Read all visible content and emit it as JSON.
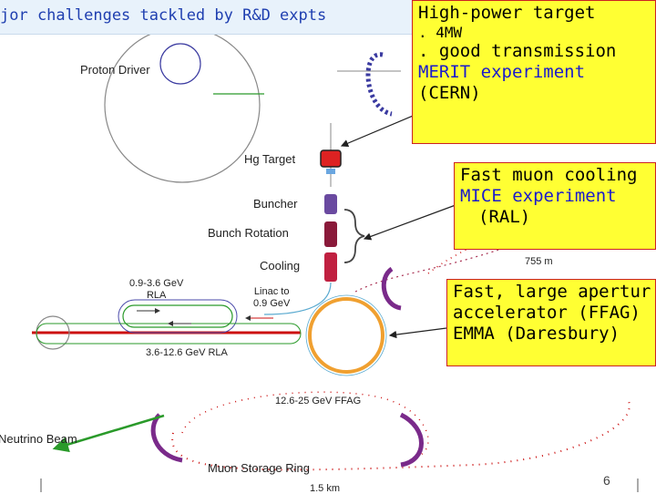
{
  "slide": {
    "title": "jor challenges tackled  by R&D expts",
    "page_number": "6"
  },
  "diagram": {
    "labels": {
      "proton_driver": "Proton Driver",
      "hg_target": "Hg Target",
      "buncher": "Buncher",
      "bunch_rotation": "Bunch Rotation",
      "cooling": "Cooling",
      "rla_low": "0.9-3.6 GeV\nRLA",
      "linac": "Linac to\n0.9 GeV",
      "rla_high": "3.6-12.6 GeV RLA",
      "ffag": "12.6-25 GeV FFAG",
      "neutrino_beam": "Neutrino Beam",
      "storage_ring": "Muon Storage Ring",
      "distance_755": "755 m",
      "scale_bar": "1.5 km"
    }
  },
  "callouts": {
    "target": {
      "title": "High-power target",
      "line1": ". 4MW",
      "line2": ". good transmission",
      "line3": "MERIT experiment",
      "line4": "(CERN)"
    },
    "cooling": {
      "line1": "Fast muon cooling",
      "line2": "MICE experiment",
      "line3": "(RAL)"
    },
    "accelerator": {
      "line1": "Fast, large apertur",
      "line2": "accelerator (FFAG)",
      "line3": "EMMA (Daresbury)"
    }
  },
  "colors": {
    "beamline": "#cc1111",
    "ffag_ring": "#f0a030",
    "magnet": "#7a2a8a",
    "buncher": "#6a4aa0",
    "rotation": "#8a1a3a",
    "cooling": "#c02040",
    "callout_bg": "#ffff33",
    "callout_blue": "#1a1acc"
  }
}
